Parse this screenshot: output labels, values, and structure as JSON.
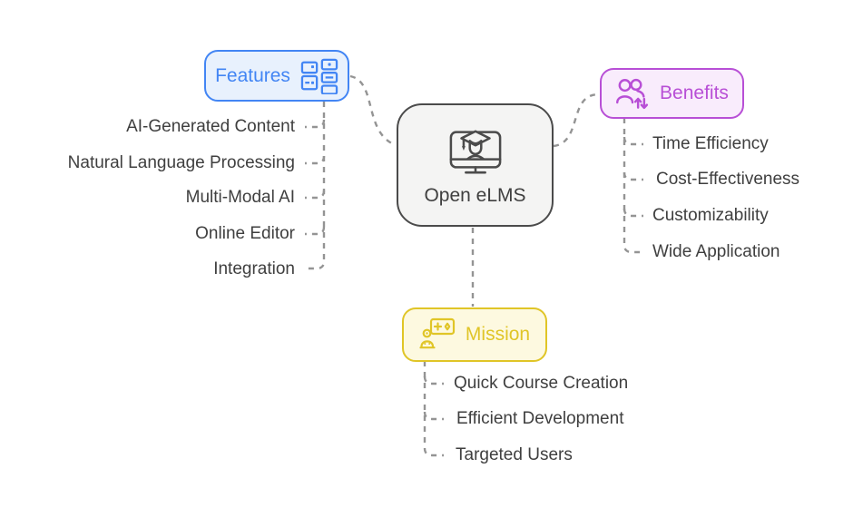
{
  "diagram": {
    "background": "#ffffff",
    "connector_color": "#949494",
    "leaf_text_color": "#3f3f3f"
  },
  "center": {
    "label": "Open eLMS",
    "icon": "graduation-monitor-icon",
    "border_color": "#4b4b4b",
    "bg_color": "#f4f4f3",
    "text_color": "#3f3f3f"
  },
  "branches": [
    {
      "id": "features",
      "label": "Features",
      "icon": "layout-modules-icon",
      "color": "#4285f4",
      "bg": "#e8f1fd",
      "items": [
        "AI-Generated Content",
        "Natural Language Processing",
        "Multi-Modal AI",
        "Online Editor",
        "Integration"
      ]
    },
    {
      "id": "benefits",
      "label": "Benefits",
      "icon": "people-transfer-icon",
      "color": "#b84fd6",
      "bg": "#f9ecfc",
      "items": [
        "Time Efficiency",
        "Cost-Effectiveness",
        "Customizability",
        "Wide Application"
      ]
    },
    {
      "id": "mission",
      "label": "Mission",
      "icon": "robot-card-icon",
      "color": "#e0c527",
      "bg": "#fdf9e0",
      "items": [
        "Quick Course Creation",
        "Efficient Development",
        "Targeted Users"
      ]
    }
  ]
}
